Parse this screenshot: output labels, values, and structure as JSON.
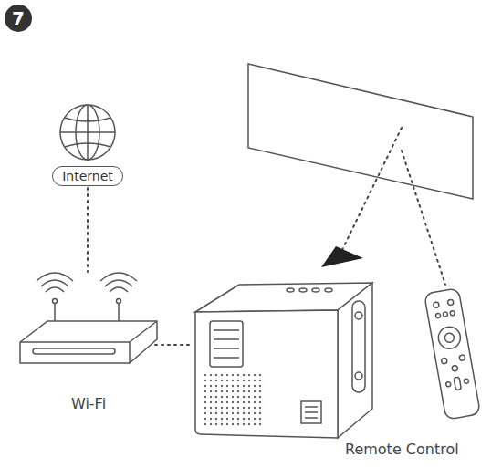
{
  "diagram": {
    "nodes": [
      {
        "text": [
          "Internet"
        ]
      },
      {
        "text": [
          "Wi-Fi"
        ]
      },
      {
        "text": [
          "Remote Control"
        ]
      }
    ],
    "edges": [
      {
        "from": 0,
        "to": 1,
        "arrow": "none"
      }
    ],
    "labels": [
      "7"
    ]
  }
}
